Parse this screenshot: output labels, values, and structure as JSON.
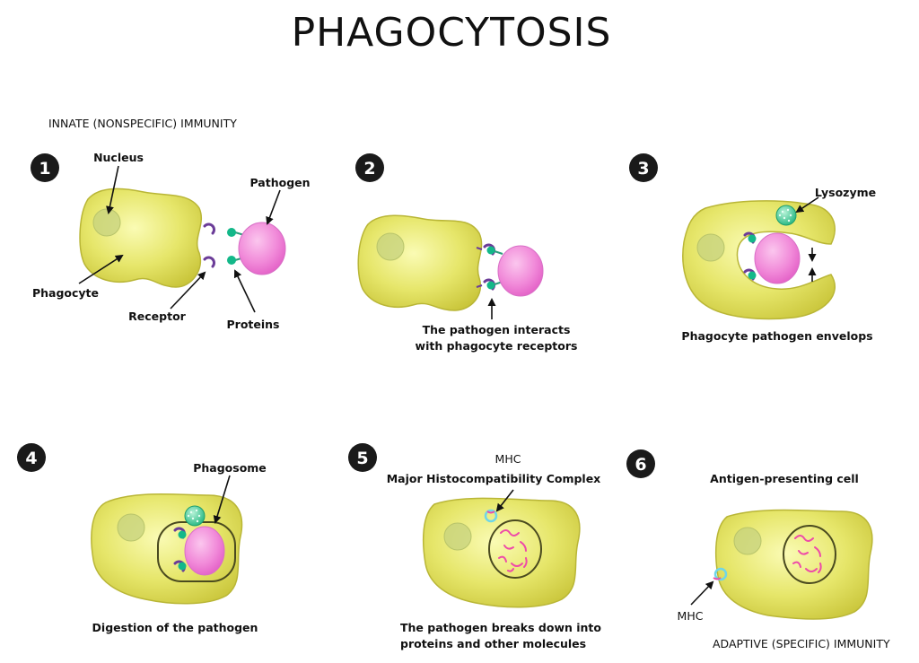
{
  "title": "PHAGOCYTOSIS",
  "innate_label": "INNATE (NONSPECIFIC) IMMUNITY",
  "adaptive_label": "ADAPTIVE (SPECIFIC) IMMUNITY",
  "colors": {
    "cell": "#dcdc50",
    "cell_edge": "#b9b636",
    "pathogen": "#f18ad9",
    "receptor": "#6b3c98",
    "protein": "#13b889",
    "badge": "#1a1a1a"
  },
  "steps": [
    {
      "number": "1",
      "labels": {
        "nucleus": "Nucleus",
        "pathogen": "Pathogen",
        "phagocyte": "Phagocyte",
        "receptor": "Receptor",
        "proteins": "Proteins"
      }
    },
    {
      "number": "2",
      "caption": [
        "The pathogen interacts",
        "with phagocyte receptors"
      ]
    },
    {
      "number": "3",
      "labels": {
        "lysozyme": "Lysozyme"
      },
      "caption": [
        "Phagocyte pathogen envelops"
      ]
    },
    {
      "number": "4",
      "labels": {
        "phagosome": "Phagosome"
      },
      "caption": [
        "Digestion of the pathogen"
      ]
    },
    {
      "number": "5",
      "labels": {
        "mhc": "MHC",
        "mhc_full": "Major Histocompatibility Complex"
      },
      "caption": [
        "The pathogen breaks down into",
        "proteins and other molecules"
      ]
    },
    {
      "number": "6",
      "labels": {
        "mhc": "MHC"
      },
      "caption": [
        "Antigen-presenting cell"
      ]
    }
  ]
}
